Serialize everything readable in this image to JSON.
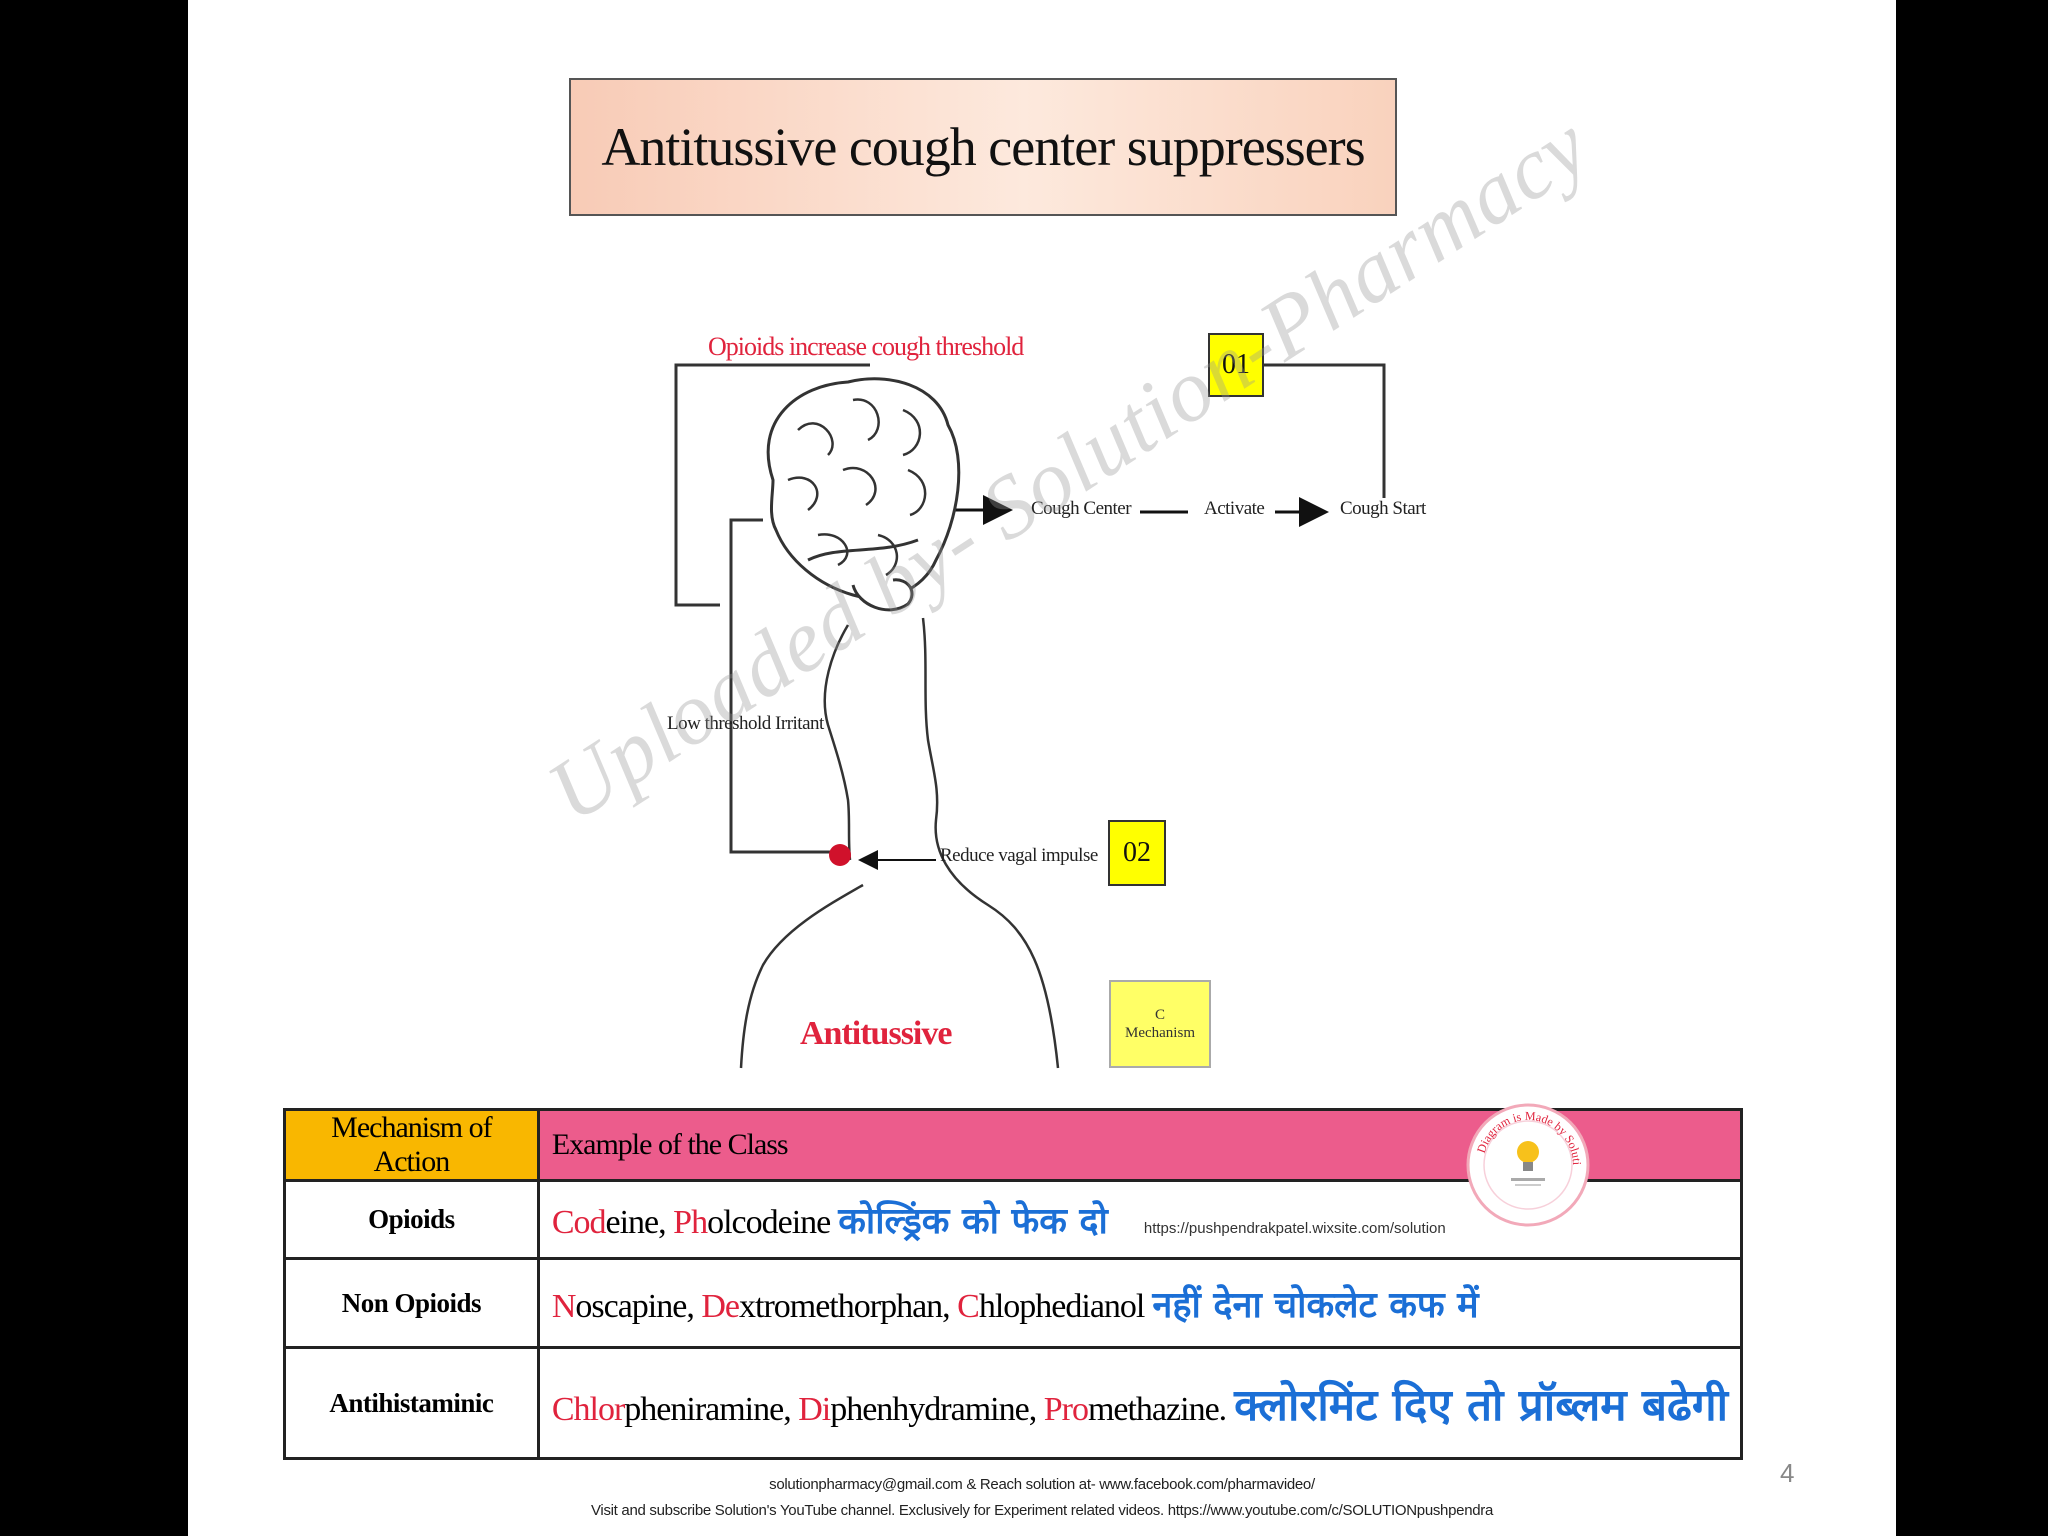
{
  "title": "Antitussive cough center suppressers",
  "diagram": {
    "opioids_label": "Opioids increase cough threshold",
    "box_01": "01",
    "box_02": "02",
    "cough_center": "Cough Center",
    "activate": "Activate",
    "cough_start": "Cough Start",
    "low_threshold": "Low threshold Irritant",
    "reduce_vagal": "Reduce vagal impulse",
    "antitussive": "Antitussive",
    "mechanism_box_line1": "C",
    "mechanism_box_line2": "Mechanism",
    "watermark": "Uploaded by- Solution-Pharmacy"
  },
  "table": {
    "header_col1": "Mechanism of Action",
    "header_col2": "Example of the Class",
    "rows": [
      {
        "cls": "Opioids",
        "d1_hl": "Cod",
        "d1_rest": "eine, ",
        "d2_hl": "Ph",
        "d2_rest": "olcodeine",
        "hindi": "कोल्ड्रिंक को फेक दो",
        "url": "https://pushpendrakpatel.wixsite.com/solution"
      },
      {
        "cls": "Non Opioids",
        "d1_hl": "N",
        "d1_rest": "oscapine, ",
        "d2_hl": "De",
        "d2_rest": "xtromethorphan, ",
        "d3_hl": "C",
        "d3_rest": "hlophedianol",
        "hindi": "नहीं  देना चोकलेट कफ में"
      },
      {
        "cls": "Antihistaminic",
        "d1_hl": "Chlor",
        "d1_rest": "pheniramine, ",
        "d2_hl": "Di",
        "d2_rest": "phenhydramine, ",
        "d3_hl": "Pro",
        "d3_rest": "methazine.",
        "hindi": "क्लोरमिंट दिए तो प्रॉब्लम बढेगी"
      }
    ]
  },
  "logo_text": "Diagram is Made by Solution-Pharmacy",
  "page_number": "4",
  "footer": {
    "line1": "solutionpharmacy@gmail.com & Reach solution at- www.facebook.com/pharmavideo/",
    "line2": "Visit and subscribe Solution's YouTube channel. Exclusively for Experiment related videos. https://www.youtube.com/c/SOLUTIONpushpendra"
  },
  "colors": {
    "red": "#e0233d",
    "hindi_blue": "#1b6fd6",
    "header_orange": "#f9b700",
    "header_pink": "#ec5c8c",
    "number_box": "#ffff00"
  }
}
